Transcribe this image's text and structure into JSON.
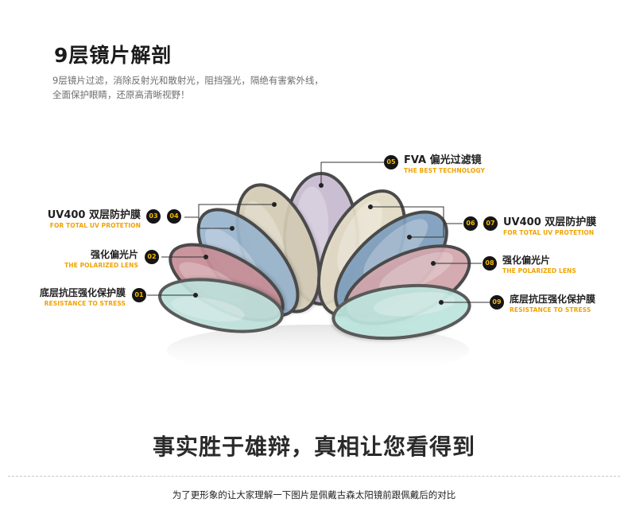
{
  "title": "9层镜片解剖",
  "description_lines": [
    "9层镜片过滤，消除反射光和散射光，阻挡强光，隔绝有害紫外线，",
    "全面保护眼睛，还原高清晰视野！"
  ],
  "layers": {
    "l01": {
      "badge": "01",
      "cn": "底层抗压强化保护膜",
      "en": "RESISTANCE TO STRESS"
    },
    "l02": {
      "badge": "02",
      "cn": "强化偏光片",
      "en": "THE POLARIZED LENS"
    },
    "l0304": {
      "badge_a": "03",
      "badge_b": "04",
      "cn": "UV400 双层防护膜",
      "en": "FOR TOTAL UV PROTETION"
    },
    "l05": {
      "badge": "05",
      "cn": "FVA 偏光过滤镜",
      "en": "THE BEST TECHNOLOGY"
    },
    "l0607": {
      "badge_a": "06",
      "badge_b": "07",
      "cn": "UV400 双层防护膜",
      "en": "FOR TOTAL UV PROTETION"
    },
    "l08": {
      "badge": "08",
      "cn": "强化偏光片",
      "en": "THE POLARIZED LENS"
    },
    "l09": {
      "badge": "09",
      "cn": "底层抗压强化保护膜",
      "en": "RESISTANCE TO STRESS"
    }
  },
  "slogan": "事实胜于雄辩，真相让您看得到",
  "caption": "为了更形象的让大家理解一下图片是佩戴古森太阳镜前跟佩戴后的对比",
  "colors": {
    "accent": "#f2a200",
    "badge_bg": "#151515",
    "badge_text": "#f5b800"
  }
}
